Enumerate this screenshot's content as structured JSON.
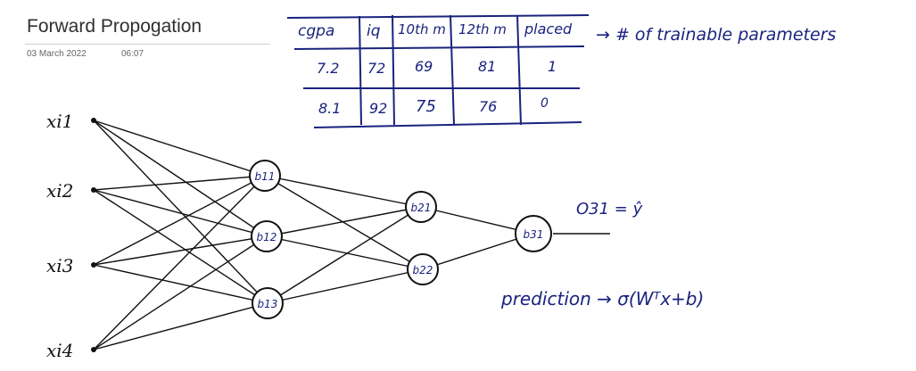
{
  "page": {
    "title": "Forward Propogation",
    "date": "03 March 2022",
    "time": "06:07"
  },
  "table": {
    "headers": [
      "cgpa",
      "iq",
      "10th m",
      "12th m",
      "placed"
    ],
    "rows": [
      [
        "7.2",
        "72",
        "69",
        "81",
        "1"
      ],
      [
        "8.1",
        "92",
        "75",
        "76",
        "0"
      ]
    ],
    "annotation": "→ # of trainable parameters"
  },
  "network": {
    "inputs": [
      "xi1",
      "xi2",
      "xi3",
      "xi4"
    ],
    "layer1": [
      "b11",
      "b12",
      "b13"
    ],
    "layer2": [
      "b21",
      "b22"
    ],
    "output_node": "b31",
    "output_label": "O31 = ŷ"
  },
  "formula": "prediction → σ(Wᵀx+b)",
  "colors": {
    "ink": "#1a237e",
    "pen": "#111111"
  }
}
